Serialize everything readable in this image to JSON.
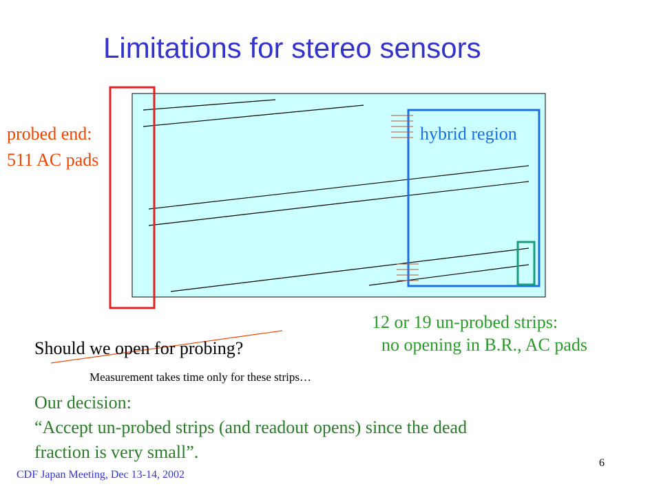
{
  "title": "Limitations for stereo sensors",
  "diagram": {
    "probed_end": {
      "line1": "probed end:",
      "line2": "511 AC pads"
    },
    "hybrid_region": "hybrid region",
    "unprobed": {
      "line1": "12 or 19 un-probed strips:",
      "line2": "no opening in B.R., AC pads"
    },
    "colors": {
      "sensor_fill": "#ccffff",
      "probed_box": "#dd2222",
      "hybrid_box": "#1a6ee0",
      "unprobed_box": "#1a9a7a",
      "pad_ticks": "#c05030",
      "strike": "#ee4400"
    }
  },
  "question": "Should we open for probing?",
  "note": "Measurement takes time only for these strips…",
  "decision": {
    "line1": "Our decision:",
    "line2": "“Accept un-probed strips (and readout opens) since the dead",
    "line3": "fraction is very small”."
  },
  "footer": "CDF Japan Meeting, Dec 13-14, 2002",
  "page_number": "6"
}
